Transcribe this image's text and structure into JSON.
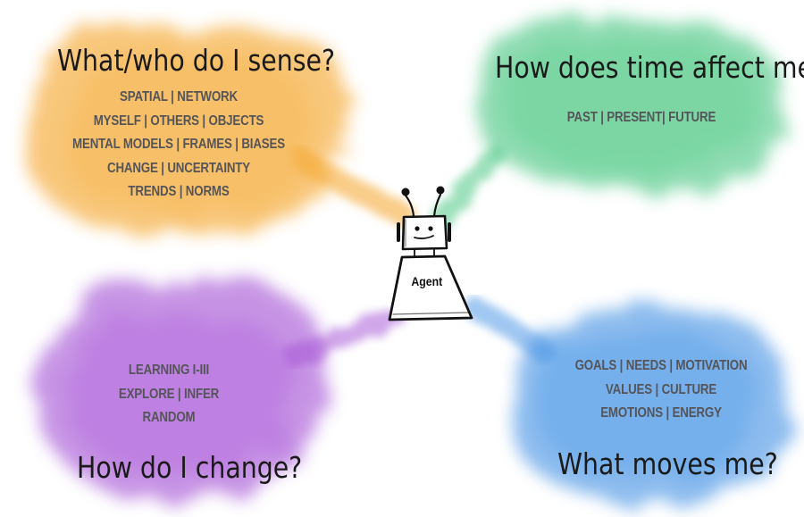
{
  "colors": {
    "sense": "#f4a52a",
    "time": "#3ec27a",
    "change": "#a14dd3",
    "moves": "#3f8fe3",
    "text": "#555559",
    "title": "#1a1a1a"
  },
  "bubbles": {
    "sense": {
      "title": "What/who do I sense?",
      "lines": [
        "SPATIAL | NETWORK",
        "MYSELF | OTHERS | OBJECTS",
        "MENTAL MODELS | FRAMES | BIASES",
        "CHANGE | UNCERTAINTY",
        "TRENDS | NORMS"
      ]
    },
    "time": {
      "title": "How does time affect me?",
      "lines": [
        "PAST | PRESENT| FUTURE"
      ]
    },
    "change": {
      "title": "How do I change?",
      "lines": [
        "LEARNING I-III",
        "EXPLORE | INFER",
        "RANDOM"
      ]
    },
    "moves": {
      "title": "What moves me?",
      "lines": [
        "GOALS | NEEDS | MOTIVATION",
        "VALUES | CULTURE",
        "EMOTIONS | ENERGY"
      ]
    }
  },
  "agent": {
    "label": "Agent",
    "icon": "robot-icon"
  }
}
